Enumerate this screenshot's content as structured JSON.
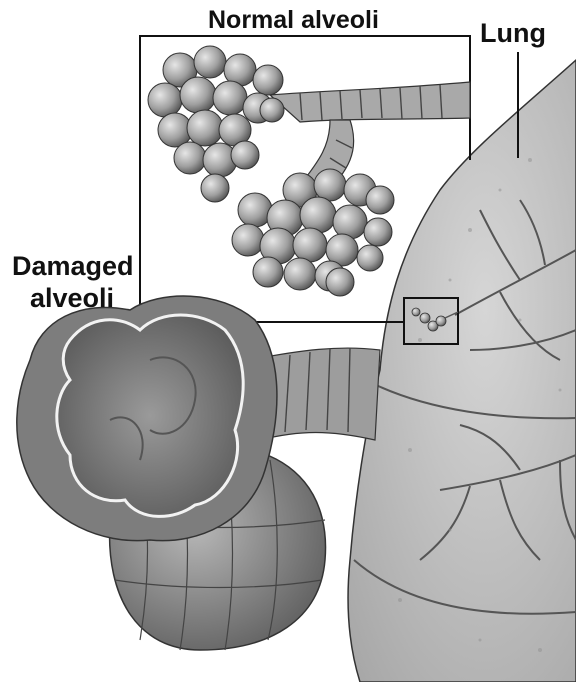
{
  "labels": {
    "normal": "Normal alveoli",
    "lung": "Lung",
    "damaged_line1": "Damaged",
    "damaged_line2": "alveoli"
  },
  "colors": {
    "line": "#111111",
    "lung_fill": "#c9c9c9",
    "lung_dark": "#9a9a9a",
    "alveoli_fill": "#b5b5b5",
    "alveoli_dark": "#6f6f6f",
    "damaged_fill": "#8f8f8f",
    "damaged_inner": "#6a6a6a"
  }
}
